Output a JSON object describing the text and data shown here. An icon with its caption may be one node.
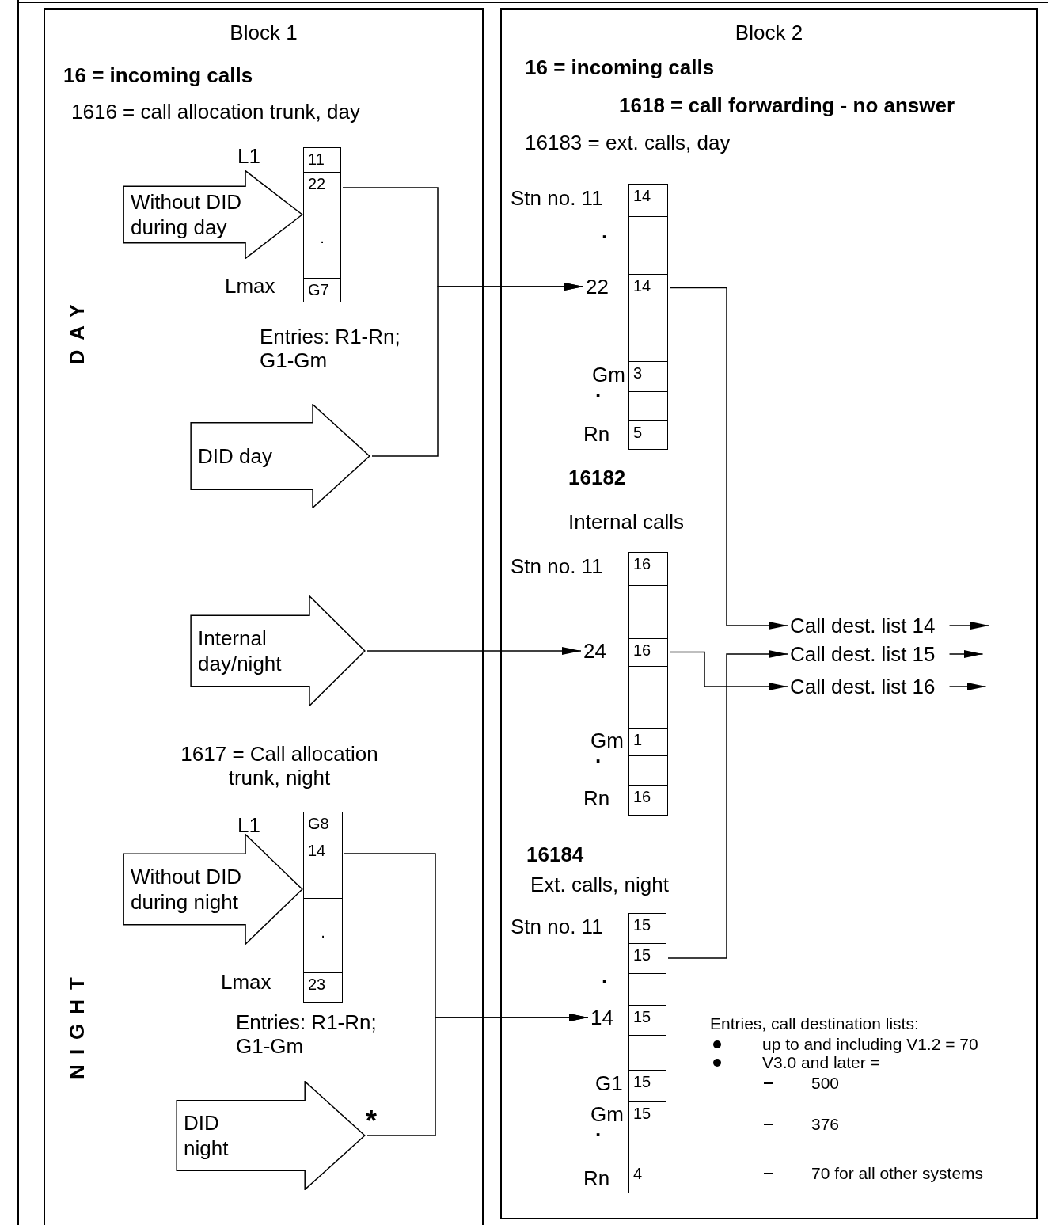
{
  "diagram": {
    "nodes": [
      {
        "text": [
          "Block 1"
        ]
      },
      {
        "text": [
          "Block 2"
        ]
      },
      {
        "text": [
          "11",
          "22",
          "·",
          "G7"
        ],
        "in": 0
      },
      {
        "text": [
          "Without DID during day"
        ],
        "in": 0
      },
      {
        "text": [
          "DID day"
        ],
        "in": 0
      },
      {
        "text": [
          "Internal day/night"
        ],
        "in": 0
      },
      {
        "text": [
          "G8",
          "14",
          "·",
          "23"
        ],
        "in": 0
      },
      {
        "text": [
          "Without DID during night"
        ],
        "in": 0
      },
      {
        "text": [
          "DID night"
        ],
        "in": 0
      },
      {
        "text": [
          "14",
          "14",
          "3",
          "5"
        ],
        "in": 1
      },
      {
        "text": [
          "22"
        ],
        "in": 1
      },
      {
        "text": [
          "16",
          "16",
          "1",
          "16"
        ],
        "in": 1
      },
      {
        "text": [
          "24"
        ],
        "in": 1
      },
      {
        "text": [
          "15",
          "15",
          "15",
          "15",
          "15",
          "4"
        ],
        "in": 1
      },
      {
        "text": [
          "14"
        ],
        "in": 1
      },
      {
        "text": [
          "Call dest. list 14"
        ],
        "in": 1
      },
      {
        "text": [
          "Call dest. list 15"
        ],
        "in": 1
      },
      {
        "text": [
          "Call dest. list 16"
        ],
        "in": 1
      }
    ],
    "edges": [
      {
        "from": 2,
        "to": 10,
        "arrow": "to"
      },
      {
        "from": 4,
        "to": 10,
        "arrow": "to"
      },
      {
        "from": 5,
        "to": 12,
        "arrow": "to"
      },
      {
        "from": 9,
        "to": 15,
        "arrow": "to"
      },
      {
        "from": 11,
        "to": 17,
        "arrow": "to"
      },
      {
        "from": 13,
        "to": 16,
        "arrow": "to"
      },
      {
        "from": 6,
        "to": 14,
        "arrow": "to"
      },
      {
        "from": 8,
        "to": 14,
        "arrow": "to"
      },
      {
        "from": 15,
        "to": null,
        "arrow": "to"
      },
      {
        "from": 16,
        "to": null,
        "arrow": "to"
      },
      {
        "from": 17,
        "to": null,
        "arrow": "to"
      }
    ],
    "labels": [
      "16 = incoming calls",
      "1616 = call allocation trunk, day",
      "L1",
      "Lmax",
      "Entries: R1-Rn; G1-Gm",
      "DAY",
      "16 = incoming calls",
      "1618 = call forwarding - no answer",
      "16183 = ext. calls, day",
      "Stn no. 11",
      ".",
      "Gm",
      ".",
      "Rn",
      "16182",
      "Internal calls",
      "Stn no. 11",
      "Gm",
      ".",
      "Rn",
      "1617 = Call allocation trunk, night",
      "L1",
      "Lmax",
      "Entries: R1-Rn; G1-Gm",
      "*",
      "NIGHT",
      "16184",
      "Ext. calls, night",
      "Stn no. 11",
      ".",
      "G1",
      "Gm",
      ".",
      "Rn",
      "Entries, call destination lists:",
      "up to and including V1.2 = 70",
      "V3.0 and later =",
      "500",
      "376",
      "70 for all other systems"
    ]
  }
}
